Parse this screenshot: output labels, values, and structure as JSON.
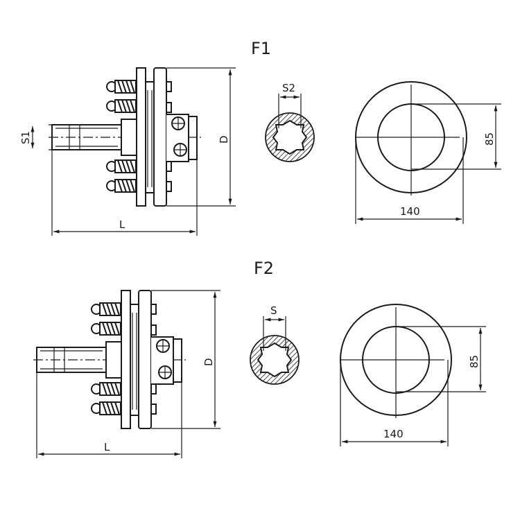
{
  "figures": [
    {
      "title": "F1",
      "shaft_label": "S1",
      "diameter_label": "D",
      "length_label": "L",
      "bore_label": "S2",
      "ring_width_label": "140",
      "ring_height_label": "85"
    },
    {
      "title": "F2",
      "diameter_label": "D",
      "length_label": "L",
      "bore_label": "S",
      "ring_width_label": "140",
      "ring_height_label": "85"
    }
  ],
  "colors": {
    "line": "#1a1a1a",
    "background": "#ffffff"
  }
}
